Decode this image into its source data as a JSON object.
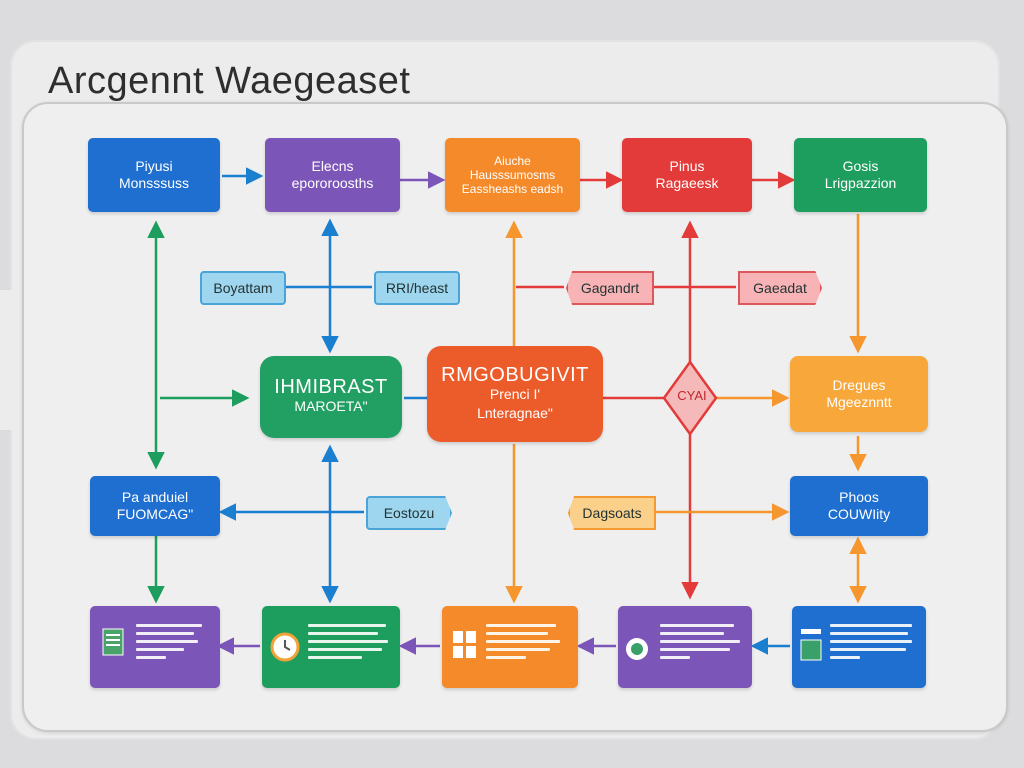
{
  "title": "Arcgennt Waegeaset",
  "colors": {
    "blue": "#1e6fd0",
    "purple": "#7c55b8",
    "orange": "#f58a2b",
    "red": "#e23b3a",
    "green": "#1e9e5e"
  },
  "top_row": [
    {
      "line1": "Piyusi",
      "line2": "Monsssuss"
    },
    {
      "line1": "Elecns",
      "line2": "epororoosths"
    },
    {
      "line1": "Aiuche",
      "line2": "Hausssumosms",
      "line3": "Eassheashs eadsh"
    },
    {
      "line1": "Pinus",
      "line2": "Ragaeesk"
    },
    {
      "line1": "Gosis",
      "line2": "Lrigpazzion"
    }
  ],
  "tags": {
    "t1": "Boyattam",
    "t2": "RRI/heast",
    "t3": "Gagandrt",
    "t4": "Gaeadat",
    "t5": "Eostozu",
    "t6": "Dagsoats"
  },
  "middle": {
    "green_hub": {
      "line1": "IHMIBRAST",
      "line2": "MAROETA\""
    },
    "orange_hub": {
      "line1": "RMGOBUGIVIT",
      "line2": "Prenci I'",
      "line3": "Lnteragnae\""
    },
    "diamond": "CYAI",
    "right_orange": {
      "line1": "Dregues",
      "line2": "Mgeeznntt"
    }
  },
  "row3": {
    "left_blue": {
      "line1": "Pa anduiel",
      "line2": "FUOMCAG\""
    },
    "right_blue": {
      "line1": "Phoos",
      "line2": "COUWIity"
    }
  }
}
